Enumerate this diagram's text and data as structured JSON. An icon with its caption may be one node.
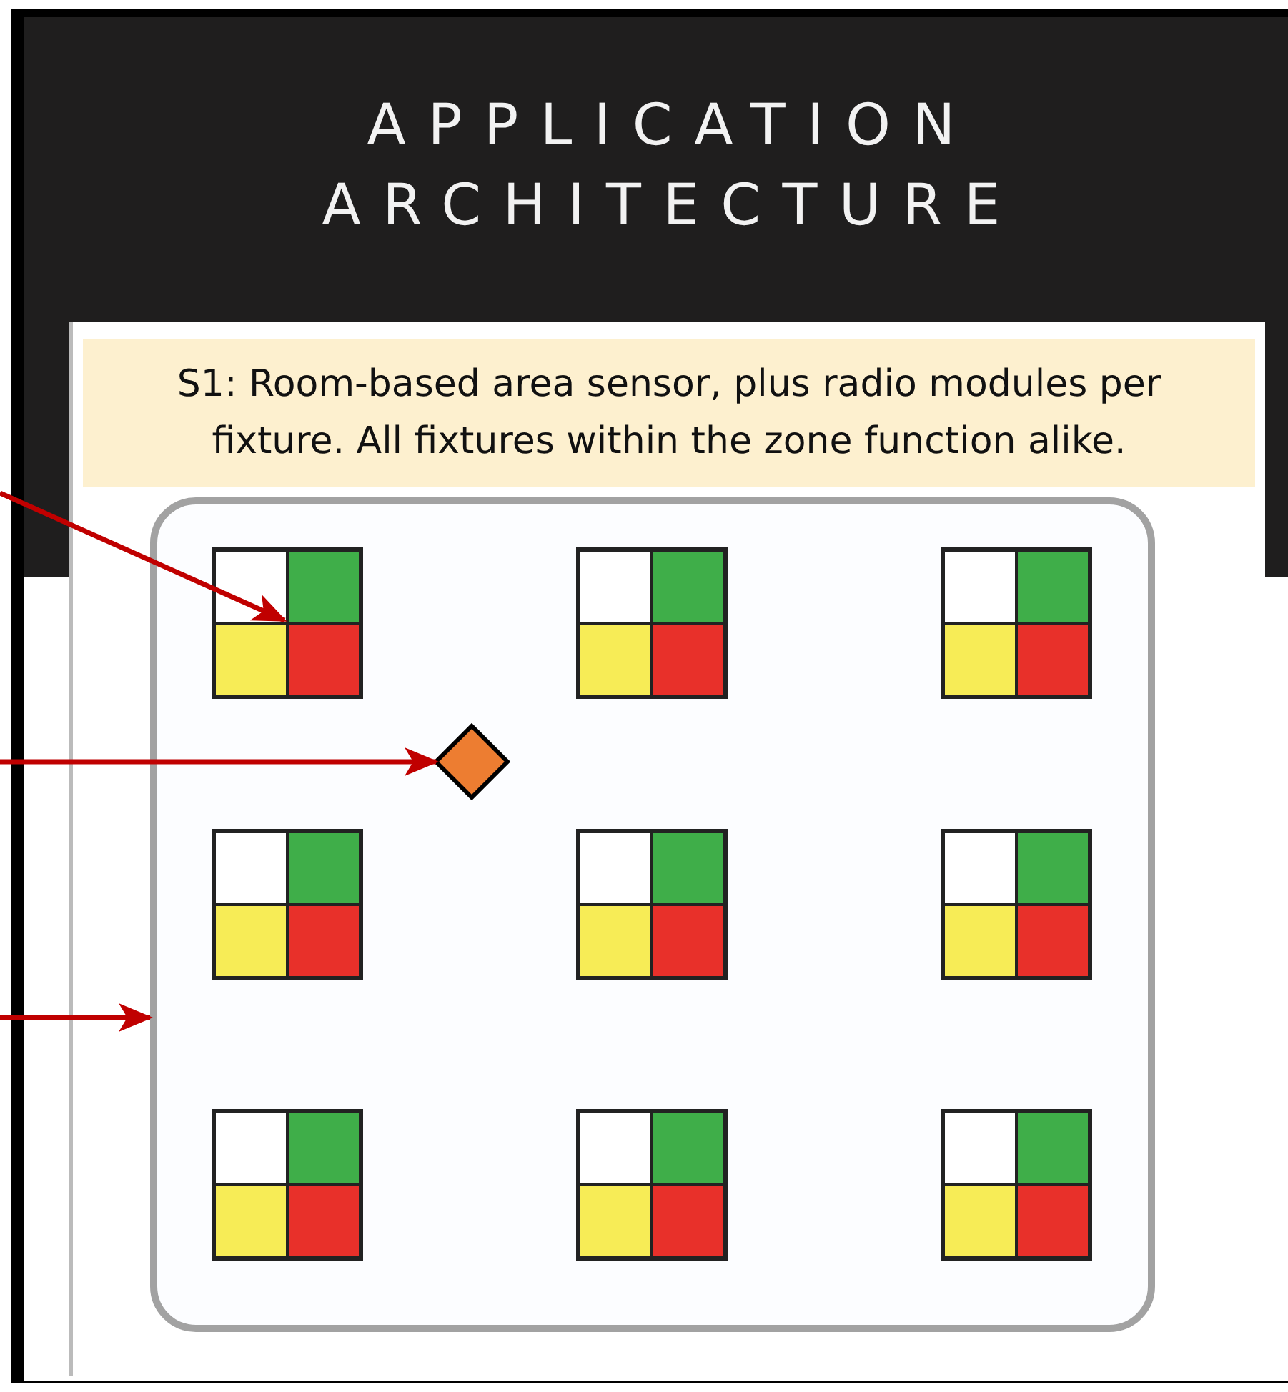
{
  "diagram": {
    "title": "APPLICATION ARCHITECTURE",
    "nodes": [
      {
        "text": [
          "S1: Room-based area sensor, plus radio modules per fixture. All fixtures within the zone function alike."
        ]
      },
      {
        "text": [],
        "shape": "box"
      },
      {
        "text": [],
        "shape": "box",
        "in": 1
      },
      {
        "text": [],
        "shape": "box",
        "in": 1
      },
      {
        "text": [],
        "shape": "box",
        "in": 1
      },
      {
        "text": [],
        "shape": "diamond",
        "in": 1
      },
      {
        "text": [],
        "shape": "box",
        "in": 1
      },
      {
        "text": [],
        "shape": "box",
        "in": 1
      },
      {
        "text": [],
        "shape": "box",
        "in": 1
      },
      {
        "text": [],
        "shape": "box",
        "in": 1
      },
      {
        "text": [],
        "shape": "box",
        "in": 1
      },
      {
        "text": [],
        "shape": "box",
        "in": 1
      }
    ],
    "edges": [
      {
        "from": null,
        "to": 2,
        "arrow": "to"
      },
      {
        "from": null,
        "to": 5,
        "arrow": "to"
      },
      {
        "from": null,
        "to": 1,
        "arrow": "to"
      }
    ]
  }
}
